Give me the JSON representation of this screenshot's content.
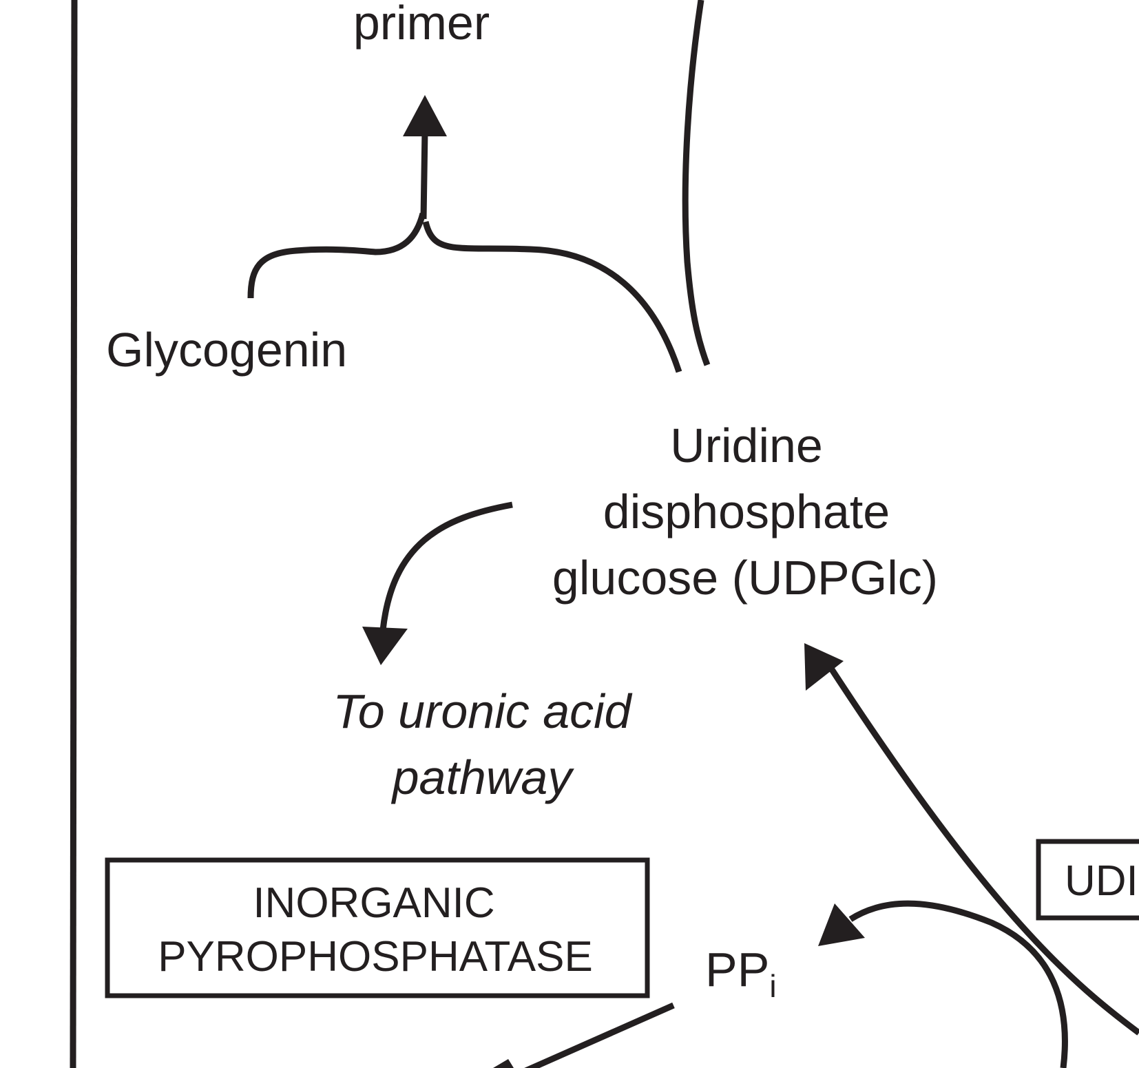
{
  "labels": {
    "primer": "primer",
    "glycogenin": "Glycogenin",
    "udpglc_line1": "Uridine",
    "udpglc_line2": "disphosphate",
    "udpglc_line3": "glucose (UDPGlc)",
    "uronic_line1": "To uronic acid",
    "uronic_line2": "pathway",
    "ppi_main": "PP",
    "ppi_sub": "i"
  },
  "boxes": {
    "pyrophosphatase_line1": "INORGANIC",
    "pyrophosphatase_line2": "PYROPHOSPHATASE",
    "right_box_partial": "UDI"
  },
  "colors": {
    "ink": "#231f20",
    "background": "#ffffff"
  }
}
